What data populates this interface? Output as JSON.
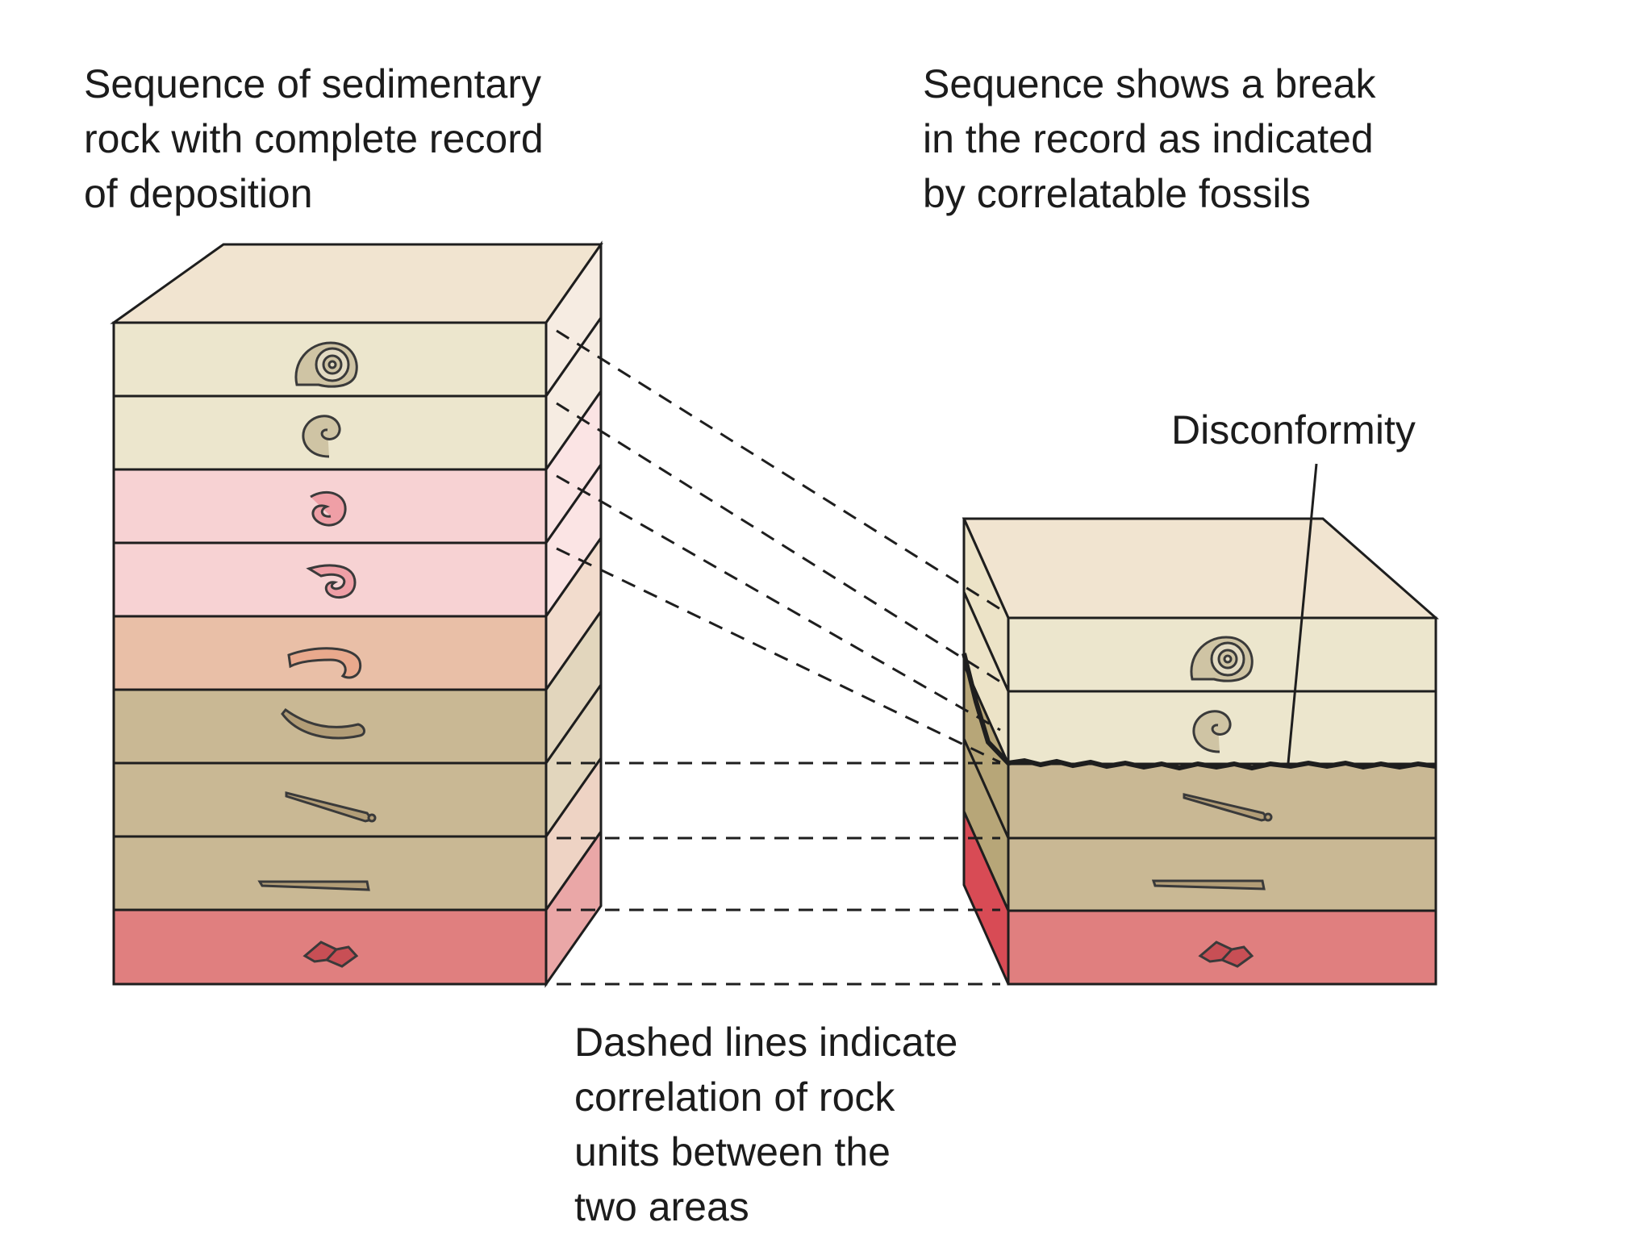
{
  "captions": {
    "left": [
      "Sequence of sedimentary",
      "rock with complete record",
      "of deposition"
    ],
    "right": [
      "Sequence shows a break",
      "in the record as indicated",
      "by correlatable fossils"
    ],
    "bottom": [
      "Dashed lines indicate",
      "correlation of rock",
      "units between the",
      "two areas"
    ]
  },
  "labels": {
    "disconformity": "Disconformity"
  },
  "colors": {
    "cream": "#ece6cd",
    "pink": "#f7d2d3",
    "salmon": "#e9bfa7",
    "tan": "#c9b894",
    "red": "#e07f7f",
    "top_face": "#f1e4d0",
    "outline": "#1e1e1e"
  },
  "left_column": {
    "layers": [
      {
        "color": "cream",
        "fossil": "coiled-ammonite-fossil"
      },
      {
        "color": "cream",
        "fossil": "small-coiled-fossil"
      },
      {
        "color": "pink",
        "fossil": "loose-coil-fossil"
      },
      {
        "color": "pink",
        "fossil": "hook-coil-fossil"
      },
      {
        "color": "salmon",
        "fossil": "hook-shell-fossil"
      },
      {
        "color": "tan",
        "fossil": "curved-shell-fossil"
      },
      {
        "color": "tan",
        "fossil": "straight-cone-fossil"
      },
      {
        "color": "tan",
        "fossil": "straight-rod-fossil"
      },
      {
        "color": "red",
        "fossil": "shell-fragment-fossil"
      }
    ]
  },
  "right_column": {
    "layers": [
      {
        "color": "cream",
        "fossil": "coiled-ammonite-fossil"
      },
      {
        "color": "cream",
        "fossil": "small-coiled-fossil"
      },
      {
        "color": "tan",
        "fossil": "straight-cone-fossil"
      },
      {
        "color": "tan",
        "fossil": "straight-rod-fossil"
      },
      {
        "color": "red",
        "fossil": "shell-fragment-fossil"
      }
    ]
  }
}
